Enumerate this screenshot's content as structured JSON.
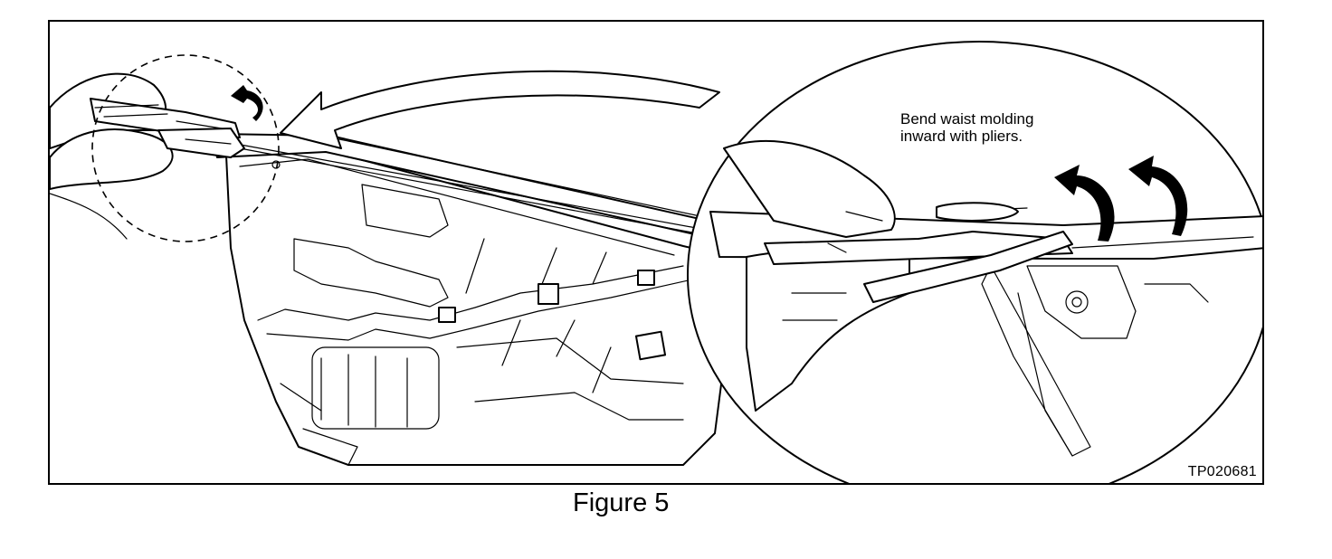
{
  "figure": {
    "callout_line1": "Bend waist molding",
    "callout_line2": "inward with pliers.",
    "reference_code": "TP020681",
    "caption": "Figure 5"
  },
  "colors": {
    "ink": "#000000",
    "paper": "#ffffff"
  },
  "icons": [
    "curved-arrow-icon",
    "callout-pointer-arrow-icon"
  ]
}
